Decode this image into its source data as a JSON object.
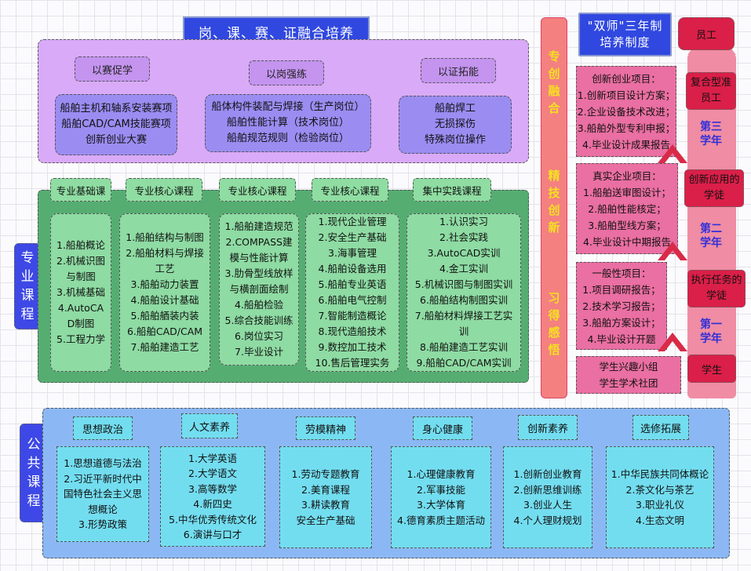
{
  "top_title": "岗、课、赛、证融合培养",
  "top_section": {
    "groups": [
      {
        "head": "以赛促学",
        "lines": [
          "船舶主机和轴系安装赛项",
          "船舶CAD/CAM技能赛项",
          "创新创业大赛"
        ]
      },
      {
        "head": "以岗强练",
        "lines": [
          "船体构件装配与焊接（生产岗位）",
          "船舶性能计算（技术岗位）",
          "船舶规范规则（检验岗位）"
        ]
      },
      {
        "head": "以证拓能",
        "lines": [
          "船舶焊工",
          "无损探伤",
          "特殊岗位操作"
        ]
      }
    ]
  },
  "professional": {
    "label": [
      "专",
      "业",
      "课",
      "程"
    ],
    "columns": [
      {
        "head": "专业基础课",
        "lines": [
          "1.船舶概论",
          "2.机械识图",
          "与制图",
          "3.机械基础",
          "4.AutoCA",
          "D制图",
          "5.工程力学"
        ]
      },
      {
        "head": "专业核心课程",
        "lines": [
          "1.船舶结构与制图",
          "2.船舶材料与焊接",
          "工艺",
          "3.船舶动力装置",
          "4.船舶设计基础",
          "5.船舶舾装内装",
          "6.船舶CAD/CAM",
          "7.船舶建造工艺"
        ]
      },
      {
        "head": "专业核心课程",
        "lines": [
          "1.船舶建造规范",
          "2.COMPASS建",
          "模与性能计算",
          "3.肋骨型线放样",
          "与横剖面绘制",
          "4.船舶检验",
          "5.综合技能训练",
          "6.岗位实习",
          "7.毕业设计"
        ]
      },
      {
        "head": "专业核心课程",
        "lines": [
          "1.现代企业管理",
          "2.安全生产基础",
          "3.海事管理",
          "4.船舶设备选用",
          "5.船舶专业英语",
          "6.船舶电气控制",
          "7.智能制造概论",
          "8.现代造船技术",
          "9.数控加工技术",
          "10.售后管理实务"
        ]
      },
      {
        "head": "集中实践课程",
        "lines": [
          "1.认识实习",
          "2.社会实践",
          "3.AutoCAD实训",
          "4.金工实训",
          "5.机械识图与制图实训",
          "6.船舶结构制图实训",
          "7.船舶材料焊接工艺实",
          "训",
          "8.船舶建造工艺实训",
          "9.船舶CAD/CAM实训"
        ]
      }
    ]
  },
  "public": {
    "label": [
      "公",
      "共",
      "课",
      "程"
    ],
    "columns": [
      {
        "head": "思想政治",
        "lines": [
          "1.思想道德与法治",
          "2.习近平新时代中",
          "国特色社会主义思",
          "想概论",
          "3.形势政策"
        ]
      },
      {
        "head": "人文素养",
        "lines": [
          "1.大学英语",
          "2.大学语文",
          "3.高等数学",
          "4.新四史",
          "5.中华优秀传统文化",
          "6.演讲与口才"
        ]
      },
      {
        "head": "劳模精神",
        "lines": [
          "1.劳动专题教育",
          "2.美育课程",
          "3.耕读教育",
          "安全生产基础"
        ]
      },
      {
        "head": "身心健康",
        "lines": [
          "1.心理健康教育",
          "2.军事技能",
          "3.大学体育",
          "4.德育素质主题活动"
        ]
      },
      {
        "head": "创新素养",
        "lines": [
          "1.创新创业教育",
          "2.创新思维训练",
          "3.创业人生",
          "4.个人理财规划"
        ]
      },
      {
        "head": "选修拓展",
        "lines": [
          "1.中华民族共同体概论",
          "2.茶文化与茶艺",
          "3.职业礼仪",
          "4.生态文明"
        ]
      }
    ]
  },
  "fusion_column": {
    "phrases": [
      [
        "专",
        "创",
        "融",
        "合"
      ],
      [
        "精",
        "技",
        "创",
        "新"
      ],
      [
        "习",
        "得",
        "感",
        "悟"
      ]
    ]
  },
  "dual_teacher": {
    "title": "\"双师\"三年制培养制度",
    "boxes": [
      {
        "lines": [
          "创新创业项目：",
          "1.创新项目设计方案；",
          "2.企业设备技术改进；",
          "3.船舶外型专利申报；",
          "4.毕业设计成果报告"
        ]
      },
      {
        "lines": [
          "真实企业项目：",
          "1.船舶送审图设计；",
          "2.船舶性能核定；",
          "3.船舶型线方案；",
          "4.毕业设计中期报告"
        ]
      },
      {
        "lines": [
          "一般性项目：",
          "1.项目调研报告；",
          "2.技术学习报告；",
          "3.船舶方案设计；",
          "4.毕业设计开题"
        ]
      },
      {
        "lines": [
          "学生兴趣小组",
          "学生学术社团"
        ]
      }
    ]
  },
  "growth_path": {
    "roles": [
      "员工",
      "复合型准员工",
      "创新应用的学徒",
      "执行任务的学徒",
      "学生"
    ],
    "years": [
      "第三学年",
      "第二学年",
      "第一学年"
    ]
  },
  "colors": {
    "accent_blue": "#3048e0",
    "purple": "#d9aaf7",
    "green": "#55ad72",
    "light_blue": "#8bb8f4",
    "pink": "#ea6fa2",
    "red": "#da1f48"
  }
}
